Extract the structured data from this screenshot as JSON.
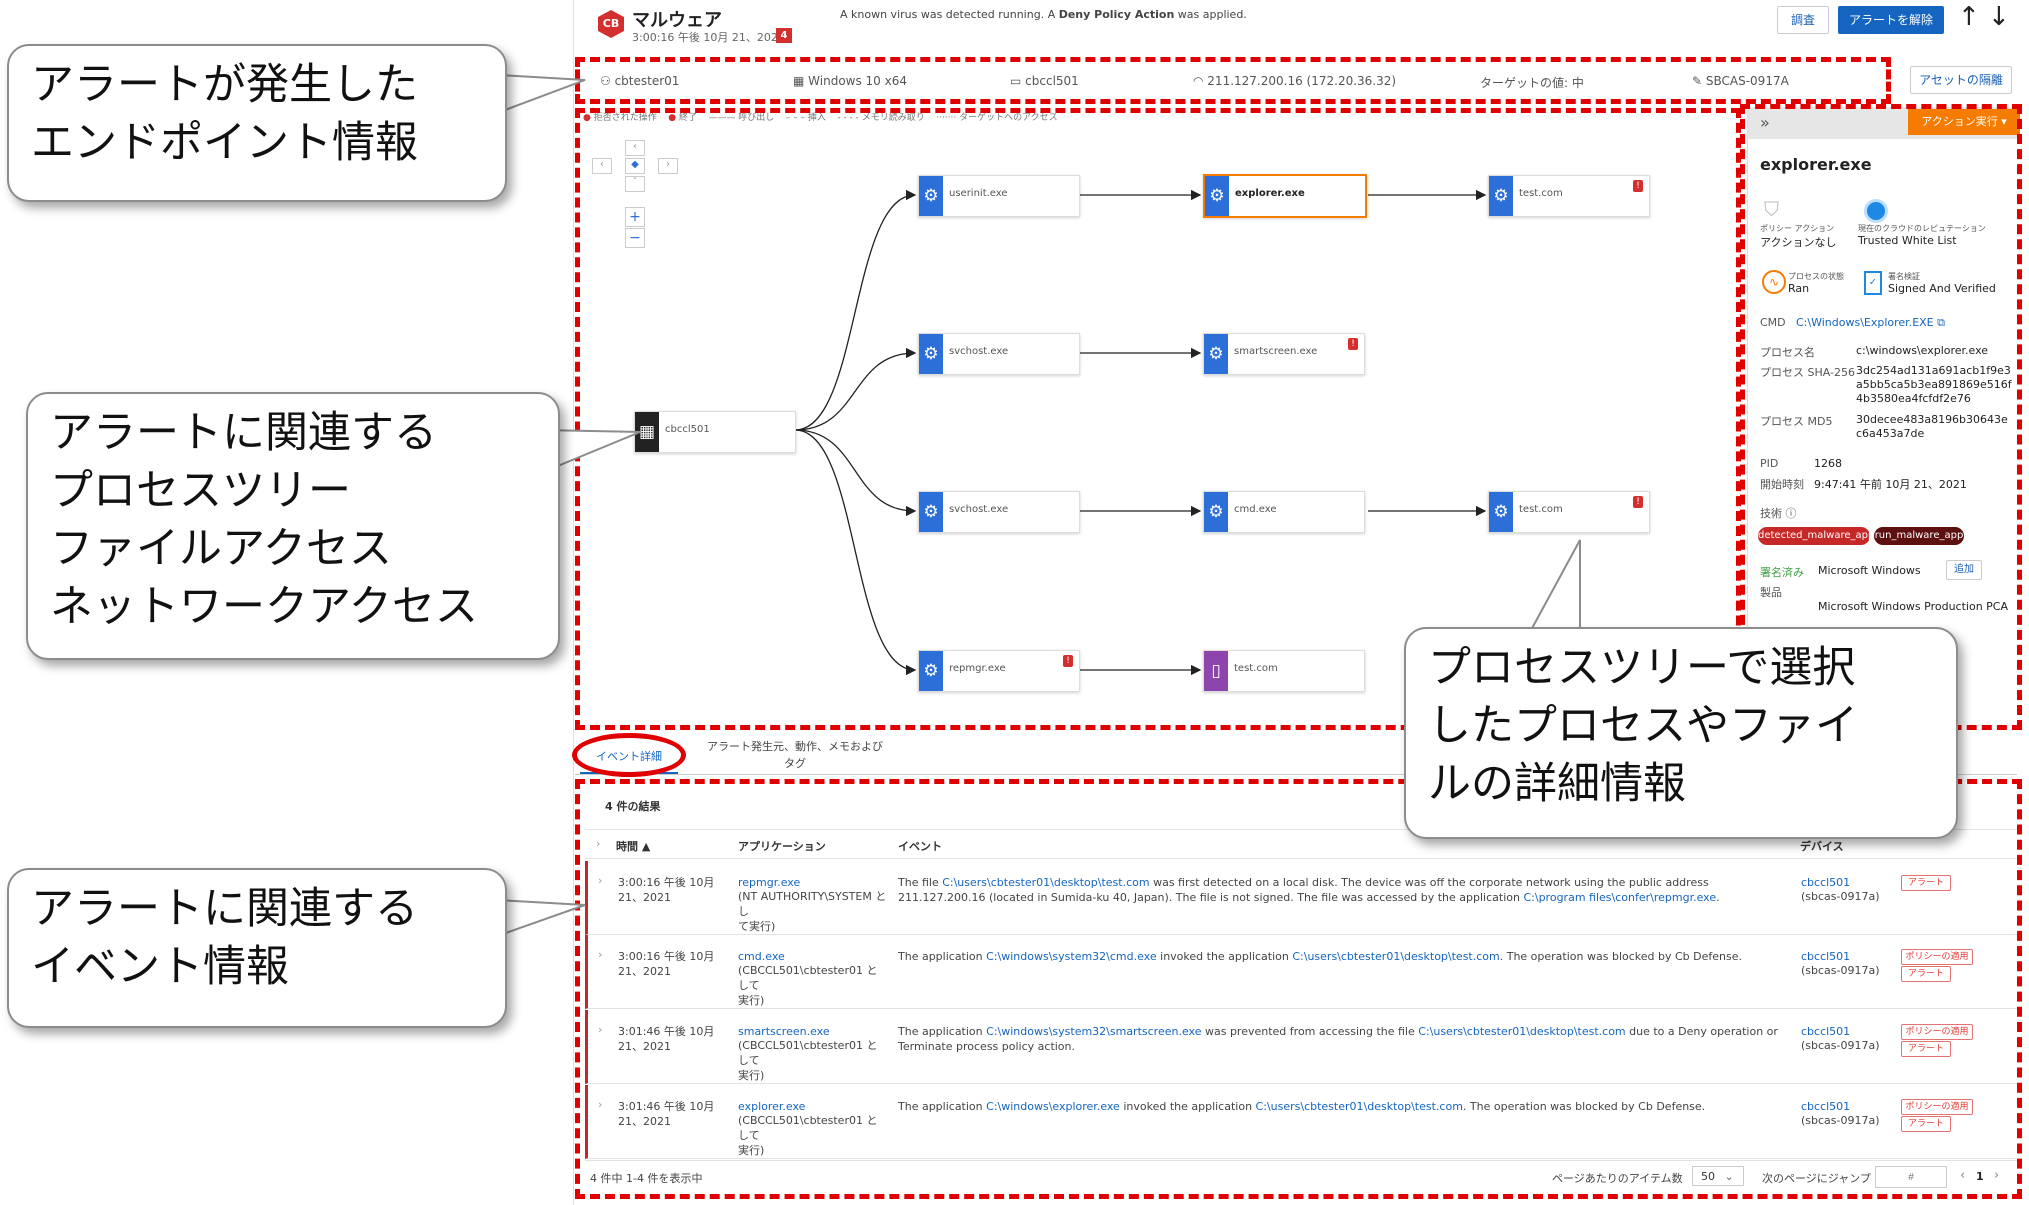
{
  "header": {
    "logo": "CB",
    "title": "マルウェア",
    "timestamp": "3:00:16 午後 10月 21、2021",
    "severity": "4",
    "message_prefix": "A known virus was detected running. A ",
    "message_bold": "Deny Policy Action",
    "message_suffix": " was applied.",
    "investigate_label": "調査",
    "dismiss_label": "アラートを解除",
    "up_arrow": "↑",
    "down_arrow": "↓"
  },
  "asset": {
    "user": "cbtester01",
    "os": "Windows 10 x64",
    "device": "cbccl501",
    "ip": "211.127.200.16 (172.20.36.32)",
    "target_value": "ターゲットの値: 中",
    "policy": "SBCAS-0917A",
    "isolate_label": "アセットの隔離"
  },
  "legend": {
    "items": [
      "拒否された操作",
      "終了",
      "呼び出し",
      "挿入",
      "メモリ読み取り",
      "ターゲットへのアクセス"
    ]
  },
  "graph": {
    "root": "cbccl501",
    "nodes": {
      "userinit": "userinit.exe",
      "explorer": "explorer.exe",
      "test1": "test.com",
      "svchost1": "svchost.exe",
      "smartscreen": "smartscreen.exe",
      "svchost2": "svchost.exe",
      "cmd": "cmd.exe",
      "test2": "test.com",
      "repmgr": "repmgr.exe",
      "test3": "test.com"
    },
    "badge": "!"
  },
  "panel": {
    "action_label": "アクション実行",
    "process_name": "explorer.exe",
    "policy_action_label": "ポリシー アクション",
    "policy_action_value": "アクションなし",
    "reputation_label": "現在のクラウドのレピュテーション",
    "reputation_value": "Trusted White List",
    "state_label": "プロセスの状態",
    "state_value": "Ran",
    "sig_label": "署名検証",
    "sig_value": "Signed And Verified",
    "cmd_label": "CMD",
    "cmd_value": "C:\\Windows\\Explorer.EXE",
    "proc_name_label": "プロセス名",
    "proc_name_value": "c:\\windows\\explorer.exe",
    "sha_label": "プロセス SHA-256",
    "sha_value": "3dc254ad131a691acb1f9e3a5bb5ca5b3ea891869e516f4b3580ea4fcfdf2e76",
    "md5_label": "プロセス MD5",
    "md5_value": "30decee483a8196b30643ec6a453a7de",
    "pid_label": "PID",
    "pid_value": "1268",
    "start_label": "開始時刻",
    "start_value": "9:47:41 午前 10月 21、2021",
    "tech_label": "技術",
    "tag1": "detected_malware_app",
    "tag2": "run_malware_app",
    "signed_label": "署名済み",
    "signed_value": "Microsoft Windows",
    "add_label": "追加",
    "product_label": "製品",
    "product_value": "Microsoft Windows Production PCA"
  },
  "tabs": {
    "event_details": "イベント詳細",
    "other_line1": "アラート発生元、動作、メモおよび",
    "other_line2": "タグ"
  },
  "table": {
    "result_count": "4 件の結果",
    "columns": {
      "time": "時間 ▲",
      "app": "アプリケーション",
      "event": "イベント",
      "device": "デバイス"
    },
    "rows": [
      {
        "time": "3:00:16 午後 10月\n21、2021",
        "app": "repmgr.exe",
        "app_sub": "(NT AUTHORITY\\SYSTEM とし\nて実行)",
        "event_parts": [
          "The file ",
          "C:\\users\\cbtester01\\desktop\\test.com",
          " was first detected on a local disk. The device was off the corporate network using the public address 211.127.200.16 (located in Sumida-ku 40, Japan). The file is not signed. The file was accessed by the application  ",
          "C:\\program files\\confer\\repmgr.exe",
          "."
        ],
        "device": "cbccl501",
        "device_sub": "(sbcas-0917a)",
        "pills": [
          "アラート"
        ]
      },
      {
        "time": "3:00:16 午後 10月\n21、2021",
        "app": "cmd.exe",
        "app_sub": "(CBCCL501\\cbtester01 として\n実行)",
        "event_parts": [
          "The application ",
          "C:\\windows\\system32\\cmd.exe",
          " invoked the application   ",
          "C:\\users\\cbtester01\\desktop\\test.com",
          ". The operation was blocked by Cb Defense.",
          "",
          ""
        ],
        "device": "cbccl501",
        "device_sub": "(sbcas-0917a)",
        "pills": [
          "ポリシーの適用",
          "アラート"
        ]
      },
      {
        "time": "3:01:46 午後 10月\n21、2021",
        "app": "smartscreen.exe",
        "app_sub": "(CBCCL501\\cbtester01 として\n実行)",
        "event_parts": [
          "The application ",
          "C:\\windows\\system32\\smartscreen.exe",
          " was prevented from accessing the file   ",
          "C:\\users\\cbtester01\\desktop\\test.com",
          " due to a Deny operation or Terminate process policy action."
        ],
        "device": "cbccl501",
        "device_sub": "(sbcas-0917a)",
        "pills": [
          "ポリシーの適用",
          "アラート"
        ]
      },
      {
        "time": "3:01:46 午後 10月\n21、2021",
        "app": "explorer.exe",
        "app_sub": "(CBCCL501\\cbtester01 として\n実行)",
        "event_parts": [
          "The application ",
          "C:\\windows\\explorer.exe",
          " invoked the application   ",
          "C:\\users\\cbtester01\\desktop\\test.com",
          ". The operation was blocked by Cb Defense."
        ],
        "device": "cbccl501",
        "device_sub": "(sbcas-0917a)",
        "pills": [
          "ポリシーの適用",
          "アラート"
        ]
      }
    ],
    "footer_left": "4 件中 1-4 件を表示中",
    "per_page_label": "ページあたりのアイテム数",
    "per_page_value": "50",
    "jump_label": "次のページにジャンプ",
    "jump_placeholder": "#",
    "page_prev": "‹",
    "page_num": "1",
    "page_next": "›"
  },
  "callouts": {
    "endpoint": "アラートが発生した\nエンドポイント情報",
    "tree": "アラートに関連する\nプロセスツリー\nファイルアクセス\nネットワークアクセス",
    "details": "プロセスツリーで選択\nしたプロセスやファイ\nルの詳細情報",
    "events": "アラートに関連する\nイベント情報"
  }
}
